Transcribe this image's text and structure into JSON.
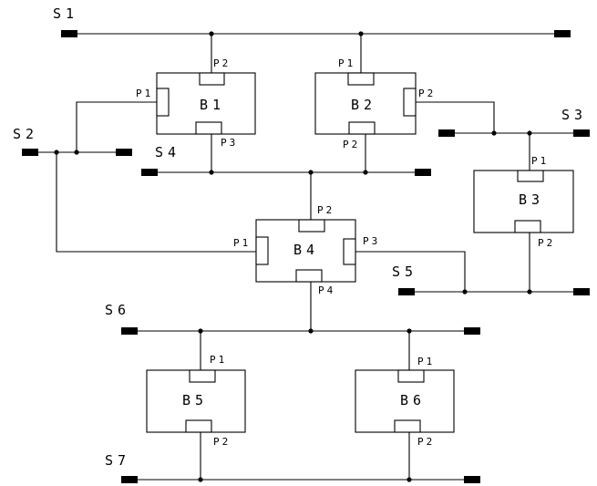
{
  "signals": {
    "s1": "S1",
    "s2": "S2",
    "s3": "S3",
    "s4": "S4",
    "s5": "S5",
    "s6": "S6",
    "s7": "S7"
  },
  "blocks": {
    "b1": {
      "name": "B1",
      "p1": "P1",
      "p2": "P2",
      "p3": "P3"
    },
    "b2": {
      "name": "B2",
      "p1": "P1",
      "p2": "P2",
      "p3": "P2"
    },
    "b3": {
      "name": "B3",
      "p1": "P1",
      "p2": "P2"
    },
    "b4": {
      "name": "B4",
      "p1": "P1",
      "p2": "P2",
      "p3": "P3",
      "p4": "P4"
    },
    "b5": {
      "name": "B5",
      "p1": "P1",
      "p2": "P2"
    },
    "b6": {
      "name": "B6",
      "p1": "P1",
      "p2": "P2"
    }
  }
}
